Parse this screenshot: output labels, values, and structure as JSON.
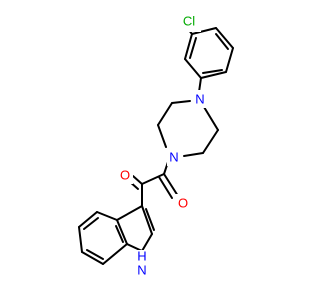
{
  "colors": {
    "bond": "#000000",
    "oxygen": "#ff0000",
    "nitrogen": "#0000ff",
    "chlorine": "#00aa00"
  },
  "atom_labels": {
    "chlorine": "Cl",
    "piperazine_n_top": "N",
    "piperazine_n_bottom": "N",
    "carbonyl_o_left": "O",
    "carbonyl_o_right": "O",
    "indole_nh": "H"
  }
}
